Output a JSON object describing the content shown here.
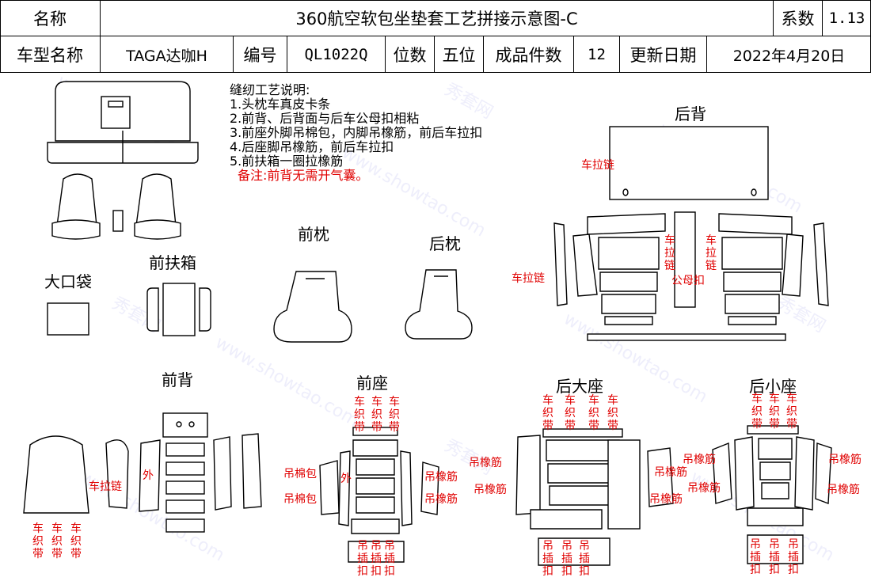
{
  "header": {
    "name_label": "名称",
    "title": "360航空软包坐垫套工艺拼接示意图-C",
    "coef_label": "系数",
    "coef_value": "1.13",
    "model_label": "车型名称",
    "model_value": "TAGA达咖H",
    "code_label": "编号",
    "code_value": "QL1022Q",
    "seat_label": "位数",
    "seat_value": "五位",
    "pieces_label": "成品件数",
    "pieces_value": "12",
    "date_label": "更新日期",
    "date_value": "2022年4月20日"
  },
  "notes": {
    "title": "缝纫工艺说明:",
    "items": [
      "1.头枕车真皮卡条",
      "2.前背、后背面与后车公母扣相粘",
      "3.前座外脚吊棉包，内脚吊橡筋，前后车拉扣",
      "4.后座脚吊橡筋，前后车拉扣",
      "5.前扶箱一圈拉橡筋"
    ],
    "remark": "备注:前背无需开气囊。"
  },
  "sections": {
    "back_rear": "后背",
    "front_pillow": "前枕",
    "rear_pillow": "后枕",
    "front_armrest": "前扶箱",
    "big_pocket": "大口袋",
    "front_back": "前背",
    "front_seat": "前座",
    "rear_big_seat": "后大座",
    "rear_small_seat": "后小座"
  },
  "labels": {
    "zipper": "车拉链",
    "outer": "外",
    "cotton_hang": "吊棉包",
    "elastic_hang": "吊橡筋",
    "woven_belt": "车织带",
    "hang_clip": "吊插扣",
    "snap": "公母扣",
    "zipper_v": "车拉链"
  },
  "watermark": {
    "site": "www.showtao.com",
    "brand": "秀套网"
  }
}
